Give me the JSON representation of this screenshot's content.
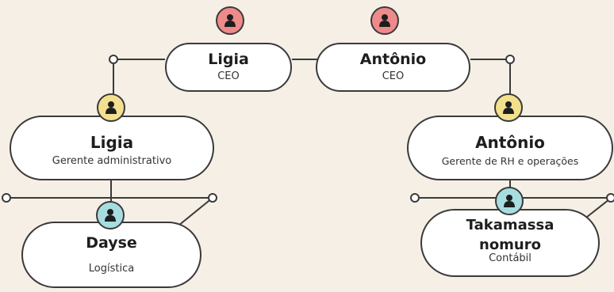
{
  "colors": {
    "background": "#f5efe6",
    "ceo_avatar": "#ef8a8a",
    "manager_avatar": "#f3e08e",
    "staff_avatar": "#a8dde0",
    "stroke": "#3a3a3a"
  },
  "nodes": {
    "ceo_ligia": {
      "name": "Ligia",
      "role": "CEO",
      "icon": "person-icon"
    },
    "ceo_antonio": {
      "name": "Antônio",
      "role": "CEO",
      "icon": "person-icon"
    },
    "mgr_ligia": {
      "name": "Ligia",
      "role": "Gerente administrativo",
      "icon": "person-icon"
    },
    "mgr_antonio": {
      "name": "Antônio",
      "role": "Gerente de RH e operações",
      "icon": "person-icon"
    },
    "staff_dayse": {
      "name": "Dayse",
      "role": "Logística",
      "icon": "person-icon"
    },
    "staff_takamassa": {
      "name_line1": "Takamassa",
      "name_line2": "nomuro",
      "role": "Contábil",
      "icon": "person-icon"
    }
  }
}
